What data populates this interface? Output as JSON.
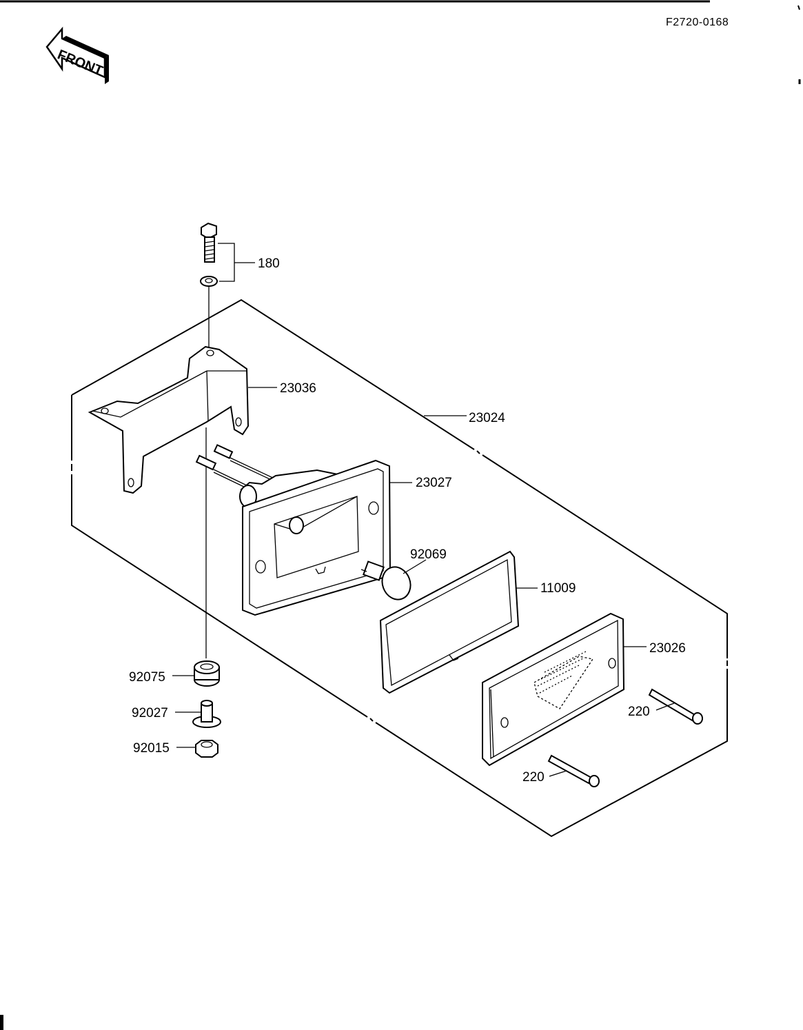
{
  "header": {
    "drawing_code": "F2720-0168",
    "front_label": "FRONT"
  },
  "callouts": {
    "bolt_set": "180",
    "bracket": "23036",
    "assembly": "23024",
    "housing": "23027",
    "bulb": "92069",
    "gasket": "11009",
    "lens": "23026",
    "screw_upper": "220",
    "screw_lower": "220",
    "grommet": "92075",
    "collar": "92027",
    "nut": "92015"
  },
  "colors": {
    "ink": "#000000",
    "paper": "#ffffff"
  }
}
